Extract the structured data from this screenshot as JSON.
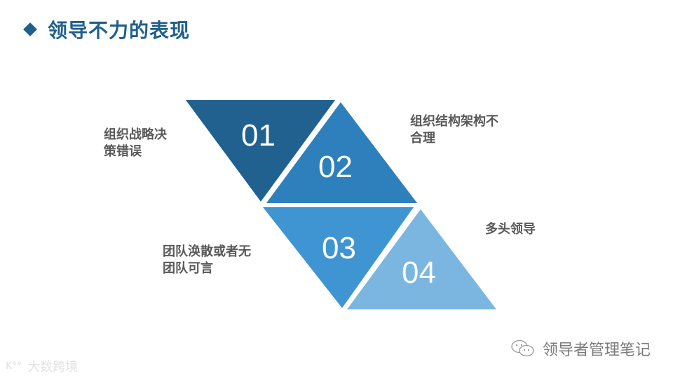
{
  "title": {
    "text": "领导不力的表现",
    "bullet_icon": "diamond-icon",
    "color": "#1f5f8b"
  },
  "items": [
    {
      "number": "01",
      "label_line1": "组织战略决",
      "label_line2": "策错误",
      "color": "#21618f"
    },
    {
      "number": "02",
      "label_line1": "组织结构架构不",
      "label_line2": "合理",
      "color": "#2e80bc"
    },
    {
      "number": "03",
      "label_line1": "团队涣散或者无",
      "label_line2": "团队可言",
      "color": "#3f95d1"
    },
    {
      "number": "04",
      "label_line1": "多头领导",
      "label_line2": "",
      "color": "#7ab6e0"
    }
  ],
  "footer": {
    "brand_icon": "wechat-icon",
    "brand_text": "领导者管理笔记"
  },
  "watermark": {
    "logo_text": "K°°",
    "text": "大数跨境"
  }
}
